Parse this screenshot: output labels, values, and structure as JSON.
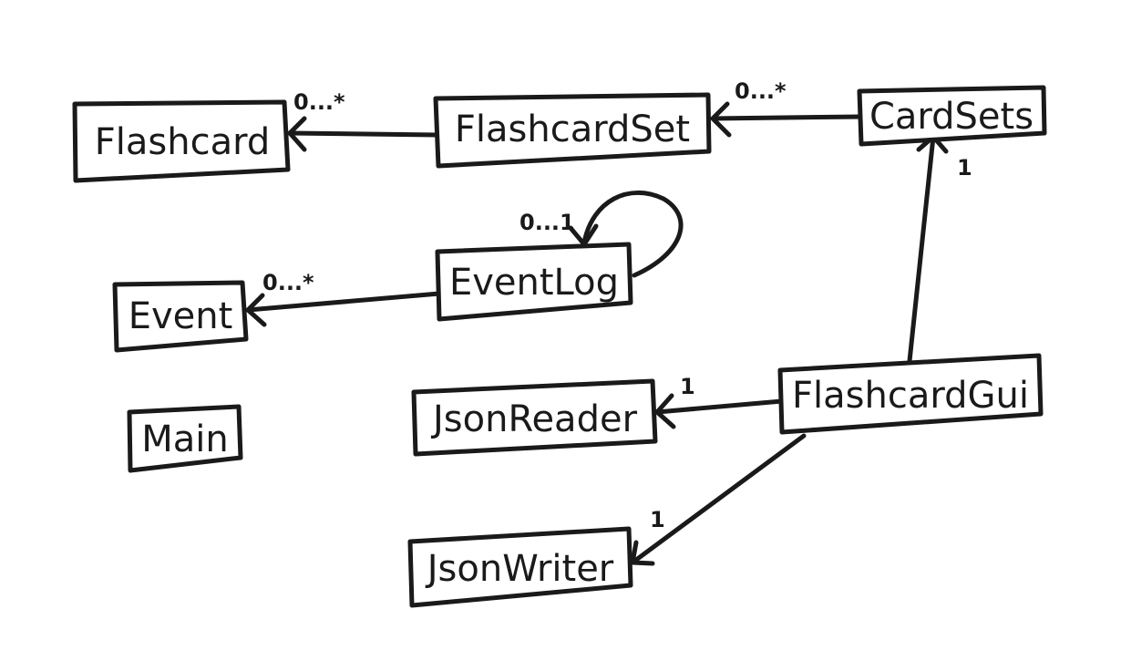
{
  "diagram": {
    "classes": [
      {
        "id": "flashcard",
        "label": "Flashcard"
      },
      {
        "id": "flashcardset",
        "label": "FlashcardSet"
      },
      {
        "id": "cardsets",
        "label": "CardSets"
      },
      {
        "id": "eventlog",
        "label": "EventLog"
      },
      {
        "id": "event",
        "label": "Event"
      },
      {
        "id": "main",
        "label": "Main"
      },
      {
        "id": "jsonreader",
        "label": "JsonReader"
      },
      {
        "id": "flashcardgui",
        "label": "FlashcardGui"
      },
      {
        "id": "jsonwriter",
        "label": "JsonWriter"
      }
    ],
    "associations": [
      {
        "from": "flashcardset",
        "to": "flashcard",
        "multiplicity": "0...*"
      },
      {
        "from": "cardsets",
        "to": "flashcardset",
        "multiplicity": "0...*"
      },
      {
        "from": "eventlog",
        "to": "eventlog",
        "multiplicity": "0...1"
      },
      {
        "from": "eventlog",
        "to": "event",
        "multiplicity": "0...*"
      },
      {
        "from": "flashcardgui",
        "to": "cardsets",
        "multiplicity": "1"
      },
      {
        "from": "flashcardgui",
        "to": "jsonreader",
        "multiplicity": "1"
      },
      {
        "from": "flashcardgui",
        "to": "jsonwriter",
        "multiplicity": "1"
      }
    ]
  }
}
